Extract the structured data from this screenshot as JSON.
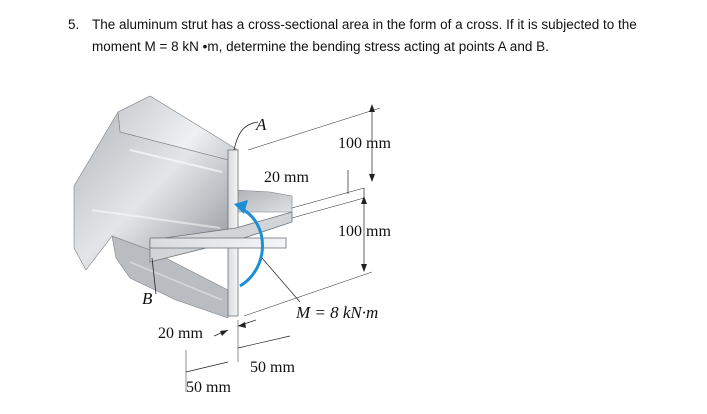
{
  "problem": {
    "number": "5.",
    "text": "The aluminum strut has a cross-sectional area in the form of a cross. If it is subjected to the moment M = 8 kN •m, determine the bending stress acting at points A and B."
  },
  "figure": {
    "point_a": "A",
    "point_b": "B",
    "dim_top": "100 mm",
    "dim_flange_thickness": "20 mm",
    "dim_lower": "100 mm",
    "moment_label": "M = 8 kN·m",
    "dim_web_thickness": "20 mm",
    "dim_half_width_right": "50 mm",
    "dim_half_width_left": "50 mm"
  }
}
